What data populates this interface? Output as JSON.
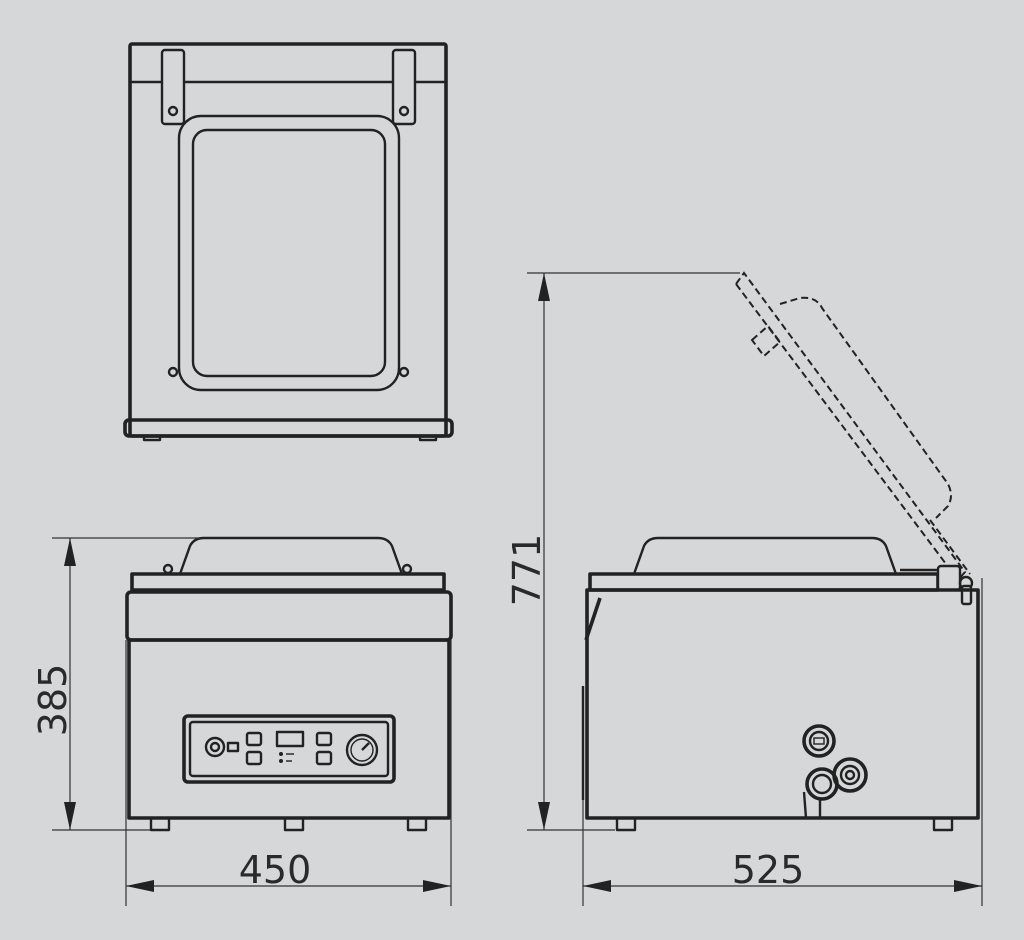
{
  "dimensions": {
    "front_width": "450",
    "front_height": "385",
    "side_depth": "525",
    "side_open_height": "771"
  },
  "colors": {
    "background": "#d6d7d8",
    "line": "#222222"
  }
}
